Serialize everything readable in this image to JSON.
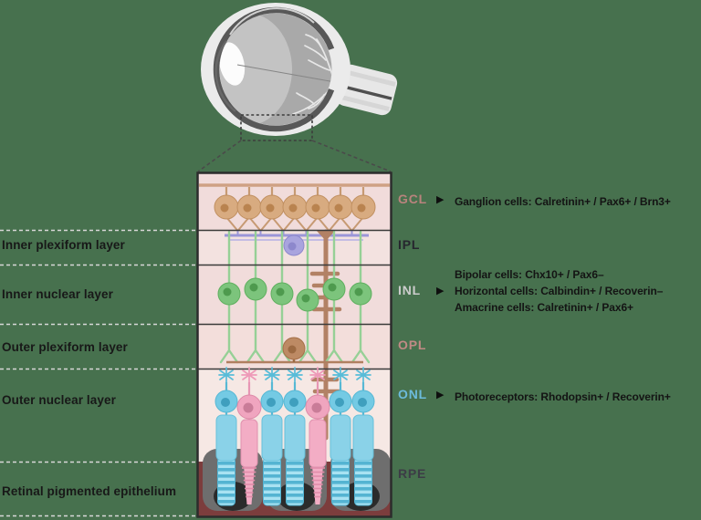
{
  "background_color": "#47714e",
  "left_labels": [
    "Inner plexiform layer",
    "Inner nuclear layer",
    "Outer plexiform layer",
    "Outer nuclear layer",
    "Retinal pigmented epithelium"
  ],
  "layer_tags": [
    {
      "abbr": "GCL",
      "color": "#b9837d"
    },
    {
      "abbr": "IPL",
      "color": "#26262e"
    },
    {
      "abbr": "INL",
      "color": "#cccccc"
    },
    {
      "abbr": "OPL",
      "color": "#c08a85"
    },
    {
      "abbr": "ONL",
      "color": "#6cbbdc"
    },
    {
      "abbr": "RPE",
      "color": "#3c3c46"
    }
  ],
  "arrow_icon": "▶",
  "annotations": {
    "gcl": {
      "lines": [
        "Ganglion cells: Calretinin+ / Pax6+ / Brn3+"
      ]
    },
    "inl": {
      "lines": [
        "Bipolar cells: Chx10+ / Pax6–",
        "Horizontal cells: Calbindin+  / Recoverin–",
        "Amacrine cells: Calretinin+ / Pax6+"
      ]
    },
    "onl": {
      "lines": [
        "Photoreceptors: Rhodopsin+ / Recoverin+"
      ]
    }
  },
  "palette": {
    "layer_gcl": "#f1dcdb",
    "layer_ipl": "#f3e2e0",
    "layer_inl": "#f1dcdb",
    "layer_opl": "#f3dedb",
    "layer_onl": "#f6e8e4",
    "layer_rpe": "#7c3d3d",
    "ganglion_cell": "#d8ab80",
    "amacrine_cell": "#a9a4de",
    "bipolar_cell": "#7cc47c",
    "horizontal_cell": "#bd8a64",
    "muller_cell": "#b28165",
    "cone_photoreceptor": "#7fd0e8",
    "rod_photoreceptor": "#f2a8c0",
    "rpe_cell": "#6e6e6e"
  }
}
